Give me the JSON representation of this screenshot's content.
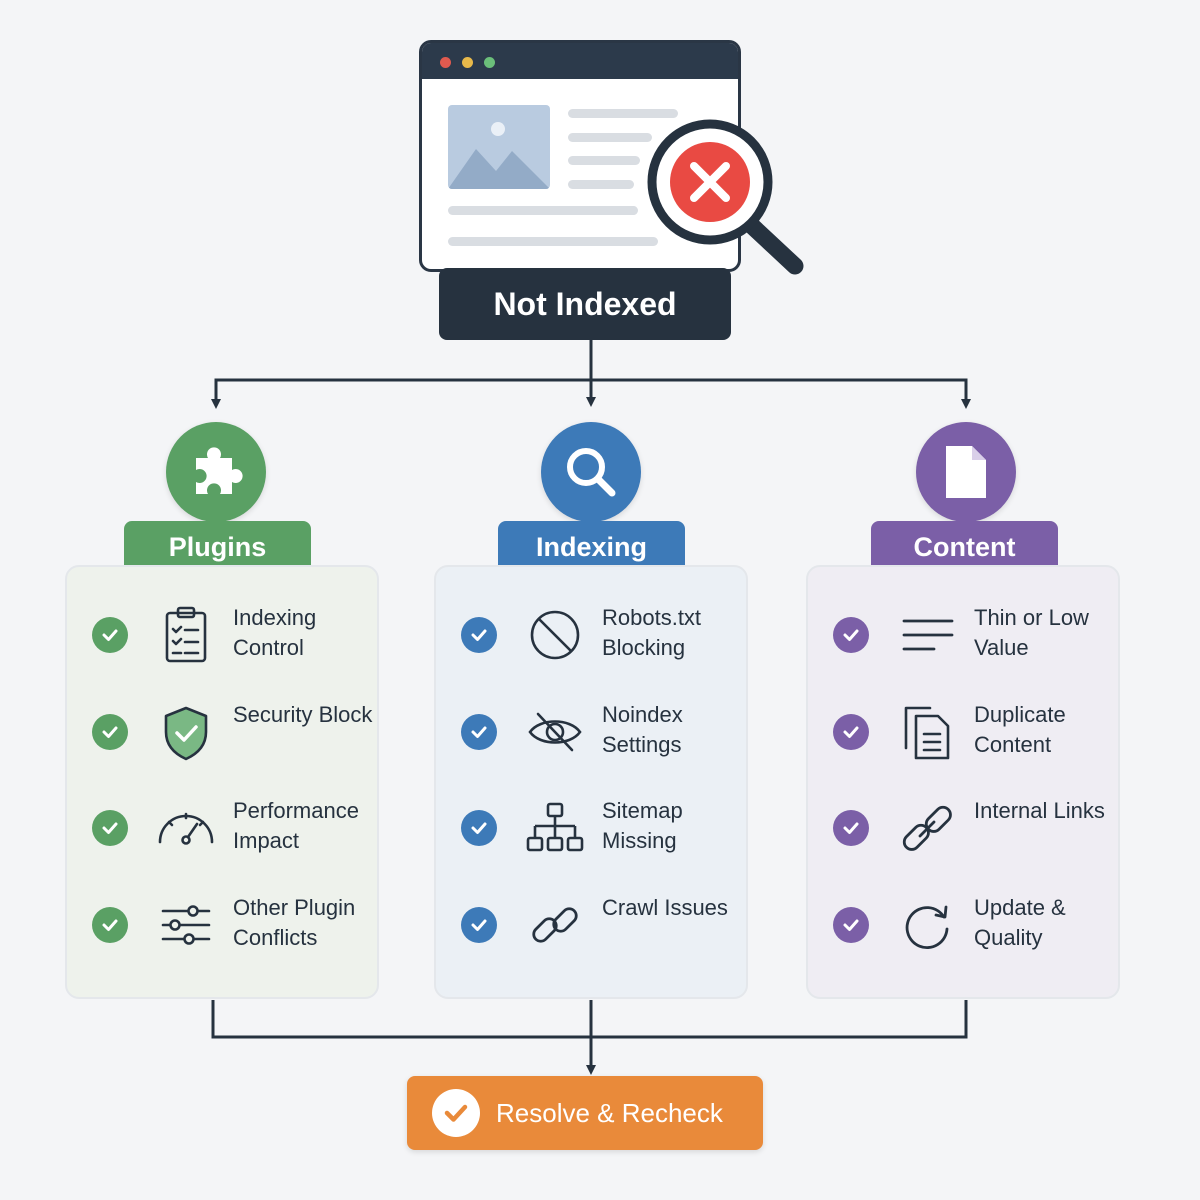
{
  "header": {
    "status_label": "Not Indexed"
  },
  "categories": [
    {
      "label": "Plugins",
      "color": "#5aa064",
      "icon": "puzzle-icon",
      "items": [
        {
          "label": "Indexing Control",
          "icon": "clipboard-checklist-icon"
        },
        {
          "label": "Security Block",
          "icon": "shield-check-icon"
        },
        {
          "label": "Performance Impact",
          "icon": "gauge-icon"
        },
        {
          "label": "Other Plugin Conflicts",
          "icon": "sliders-icon"
        }
      ]
    },
    {
      "label": "Indexing",
      "color": "#3d7ab8",
      "icon": "search-icon",
      "items": [
        {
          "label": "Robots.txt Blocking",
          "icon": "blocked-icon"
        },
        {
          "label": "Noindex Settings",
          "icon": "eye-off-icon"
        },
        {
          "label": "Sitemap Missing",
          "icon": "sitemap-icon"
        },
        {
          "label": "Crawl Issues",
          "icon": "link-icon"
        }
      ]
    },
    {
      "label": "Content",
      "color": "#7b5fa7",
      "icon": "document-icon",
      "items": [
        {
          "label": "Thin or Low Value",
          "icon": "text-lines-icon"
        },
        {
          "label": "Duplicate Content",
          "icon": "duplicate-icon"
        },
        {
          "label": "Internal Links",
          "icon": "chain-link-icon"
        },
        {
          "label": "Update & Quality",
          "icon": "refresh-icon"
        }
      ]
    }
  ],
  "footer": {
    "action_label": "Resolve & Recheck",
    "color": "#e98a3a"
  }
}
